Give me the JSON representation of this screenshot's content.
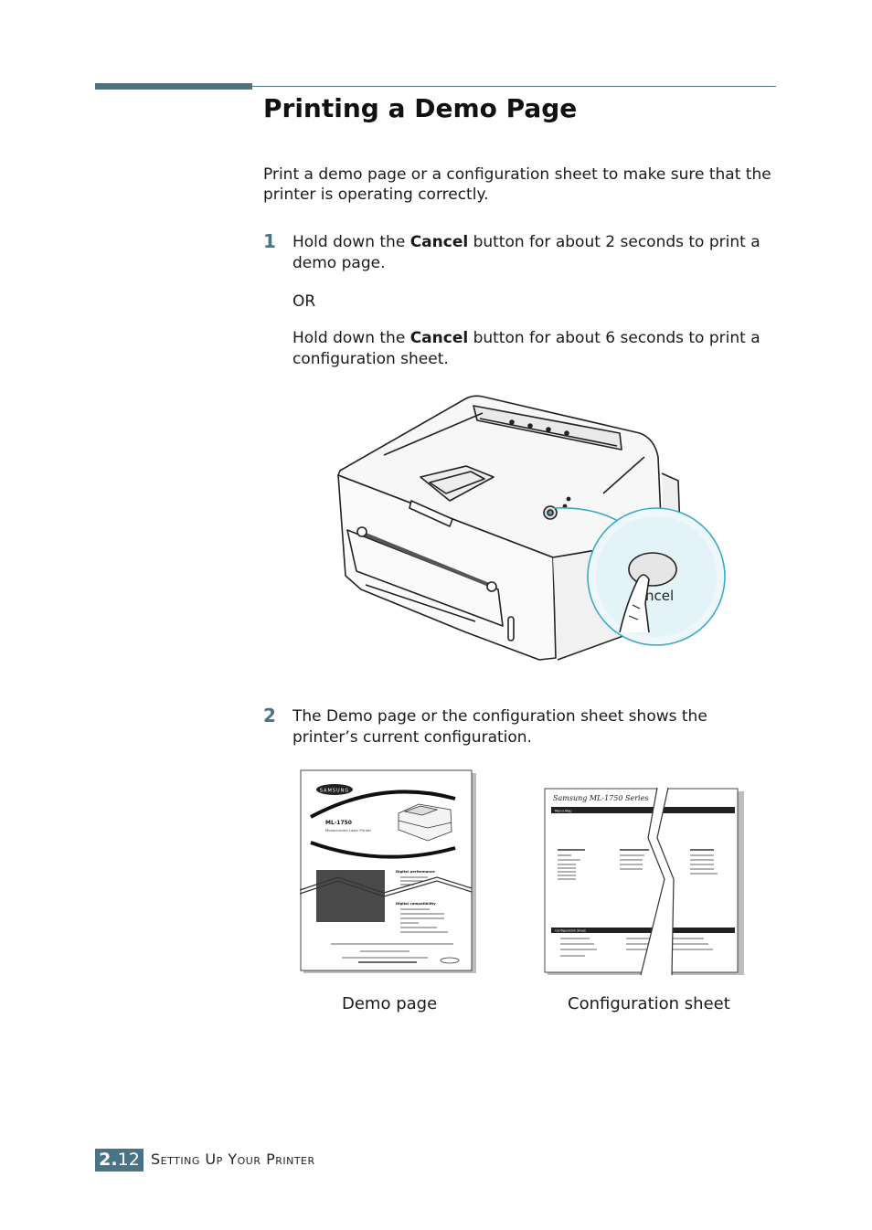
{
  "header": {
    "title": "Printing a Demo Page"
  },
  "intro": "Print a demo page or a configuration sheet to make sure that the printer is operating correctly.",
  "steps": [
    {
      "number": "1",
      "line1_pre": "Hold down the ",
      "line1_bold": "Cancel",
      "line1_post": " button for about 2 seconds to print a demo page.",
      "or": "OR",
      "line2_pre": "Hold down the ",
      "line2_bold": "Cancel",
      "line2_post": " button for about 6 seconds to print a configuration sheet."
    },
    {
      "number": "2",
      "text": "The Demo page or the configuration sheet shows the printer’s current configuration."
    }
  ],
  "illustration": {
    "button_label": "ncel"
  },
  "demo_sheet": {
    "brand": "SAMSUNG",
    "model": "ML-1750",
    "subtitle": "Monochrome Laser Printer",
    "section1": "Digital performance",
    "section2": "Digital compatibility"
  },
  "config_sheet": {
    "title": "Samsung ML-1750 Series",
    "menu_bar": "Menu Map",
    "config_bar": "Configuration Sheet"
  },
  "captions": {
    "demo": "Demo page",
    "config": "Configuration sheet"
  },
  "footer": {
    "chapter": "2.",
    "page": "12",
    "section": "Setting Up Your Printer"
  }
}
